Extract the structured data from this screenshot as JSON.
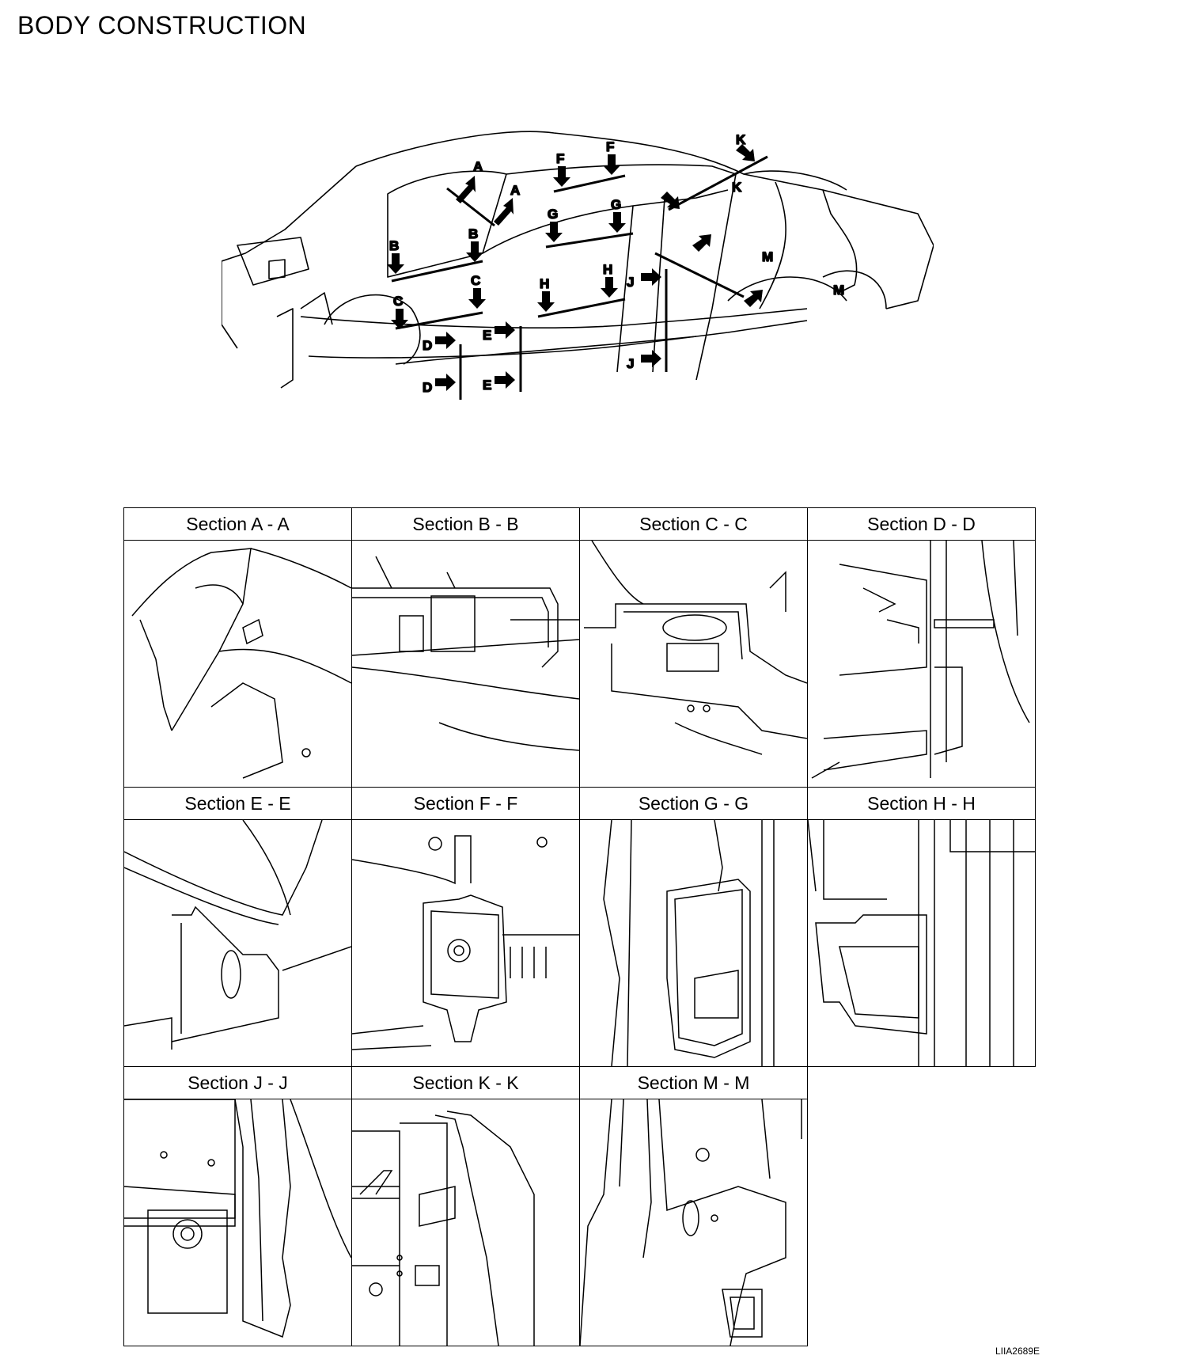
{
  "title": "BODY CONSTRUCTION",
  "overview": {
    "callouts": [
      {
        "label": "A"
      },
      {
        "label": "A"
      },
      {
        "label": "B"
      },
      {
        "label": "B"
      },
      {
        "label": "C"
      },
      {
        "label": "C"
      },
      {
        "label": "D"
      },
      {
        "label": "D"
      },
      {
        "label": "E"
      },
      {
        "label": "E"
      },
      {
        "label": "F"
      },
      {
        "label": "F"
      },
      {
        "label": "G"
      },
      {
        "label": "G"
      },
      {
        "label": "H"
      },
      {
        "label": "H"
      },
      {
        "label": "J"
      },
      {
        "label": "J"
      },
      {
        "label": "K"
      },
      {
        "label": "K"
      },
      {
        "label": "M"
      },
      {
        "label": "M"
      }
    ]
  },
  "sections": [
    {
      "title": "Section A - A"
    },
    {
      "title": "Section B - B"
    },
    {
      "title": "Section C - C"
    },
    {
      "title": "Section D - D"
    },
    {
      "title": "Section E - E"
    },
    {
      "title": "Section F - F"
    },
    {
      "title": "Section G - G"
    },
    {
      "title": "Section H - H"
    },
    {
      "title": "Section J - J"
    },
    {
      "title": "Section K - K"
    },
    {
      "title": "Section M - M"
    }
  ],
  "reference_code": "LIIA2689E"
}
